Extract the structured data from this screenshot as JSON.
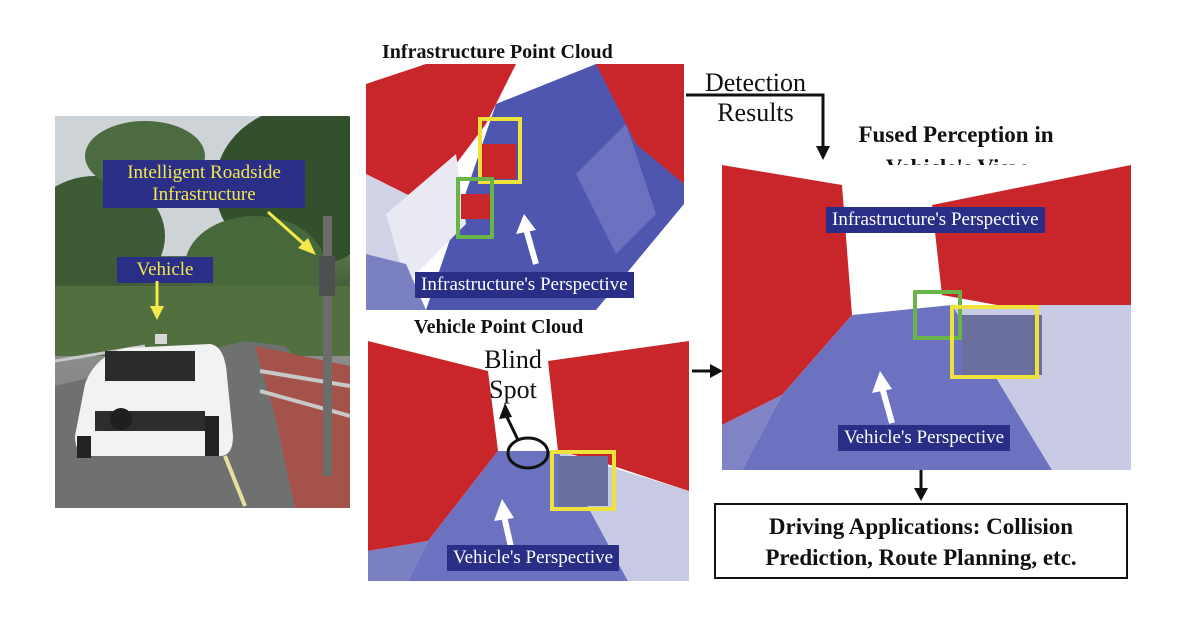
{
  "photo": {
    "infrastructure_label": "Intelligent Roadside Infrastructure",
    "vehicle_label": "Vehicle"
  },
  "infrastructure_cloud": {
    "title": "Infrastructure Point Cloud",
    "perspective_label": "Infrastructure's Perspective"
  },
  "vehicle_cloud": {
    "title": "Vehicle Point Cloud",
    "blind_spot_label": "Blind Spot",
    "perspective_label": "Vehicle's Perspective"
  },
  "detection_label": "Detection Results",
  "fused": {
    "title": "Fused Perception in Vehicle's View",
    "infrastructure_label": "Infrastructure's Perspective",
    "vehicle_label": "Vehicle's Perspective"
  },
  "applications_label": "Driving Applications: Collision Prediction, Route Planning, etc.",
  "colors": {
    "label_bg": "#2b2e86",
    "label_yellow_text": "#f2e94a",
    "cloud_red": "#c8262b",
    "cloud_blue": "#4f56b0",
    "box_yellow": "#efe23a",
    "box_green": "#6ab54a"
  }
}
